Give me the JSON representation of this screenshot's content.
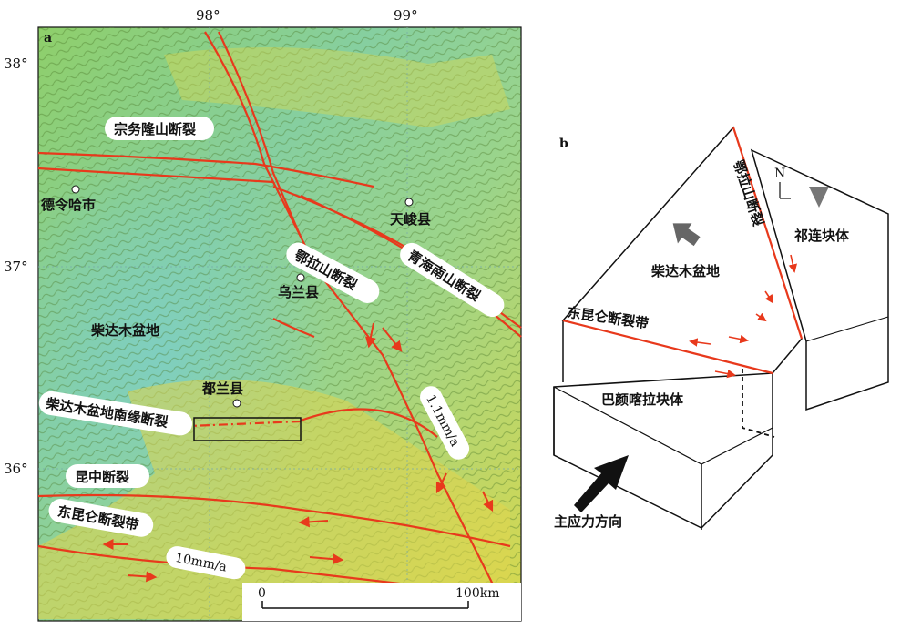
{
  "panel_a": {
    "label": "a",
    "lon_ticks": [
      "98°",
      "99°"
    ],
    "lat_ticks": [
      "38°",
      "37°",
      "36°"
    ],
    "place_names": {
      "delingha": "德令哈市",
      "tianjun": "天峻县",
      "wulan": "乌兰县",
      "dulan": "都兰县",
      "qaidam": "柴达木盆地"
    },
    "fault_labels": {
      "zongwulong": "宗务隆山断裂",
      "elashan": "鄂拉山断裂",
      "qinghainanshan": "青海南山断裂",
      "qaidam_south": "柴达木盆地南缘断裂",
      "kunzhong": "昆中断裂",
      "east_kunlun": "东昆仑断裂带"
    },
    "rates": {
      "elashan": "1.1mm/a",
      "east_kunlun": "10mm/a"
    },
    "scale_bar": {
      "start": "0",
      "end": "100km"
    }
  },
  "panel_b": {
    "label": "b",
    "north": "N",
    "fault_elashan": "鄂拉山断裂",
    "fault_east_kunlun": "东昆仑断裂带",
    "block_qilian": "祁连块体",
    "block_qaidam": "柴达木盆地",
    "block_bayan": "巴颜喀拉块体",
    "stress": "主应力方向"
  },
  "colors": {
    "fault": "#e8391c",
    "lowland": "#7fc8a0",
    "highland": "#e6d24a"
  }
}
